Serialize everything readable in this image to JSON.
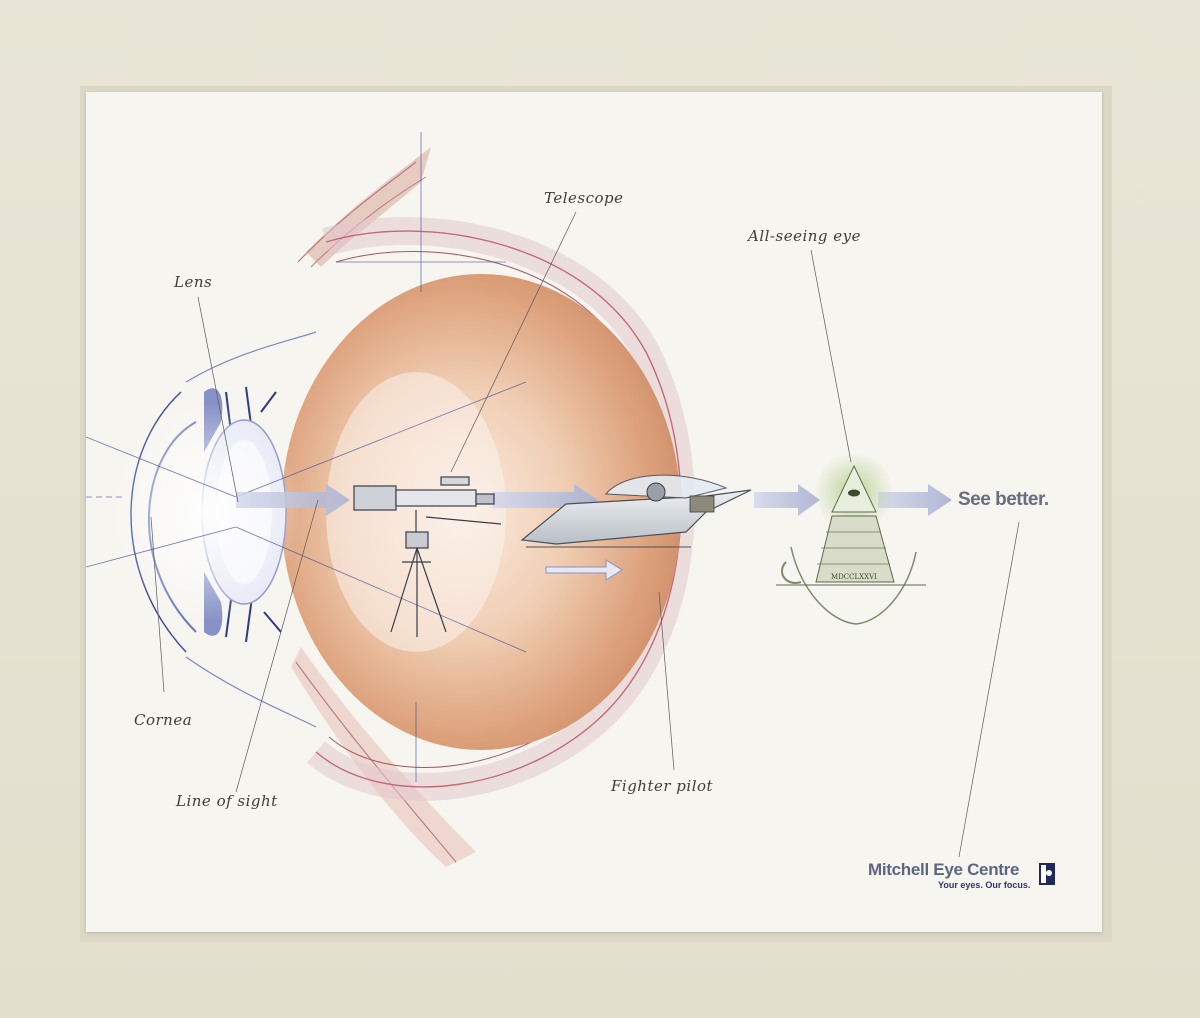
{
  "labels": {
    "lens": "Lens",
    "telescope": "Telescope",
    "all_seeing_eye": "All-seeing eye",
    "cornea": "Cornea",
    "line_of_sight": "Line of sight",
    "fighter_pilot": "Fighter pilot"
  },
  "tagline": "See better.",
  "brand": {
    "name": "Mitchell Eye Centre",
    "slogan": "Your eyes. Our focus."
  },
  "pyramid_inscription": "MDCCLXXVI",
  "colors": {
    "paper": "#f7f5f0",
    "wall": "#e6e2d2",
    "eyeball": "#d79a72",
    "sclera_line": "#c46a78",
    "guide_line": "#3b4aa0",
    "arrow": "#b9bfd8",
    "brand": "#5d6583"
  }
}
